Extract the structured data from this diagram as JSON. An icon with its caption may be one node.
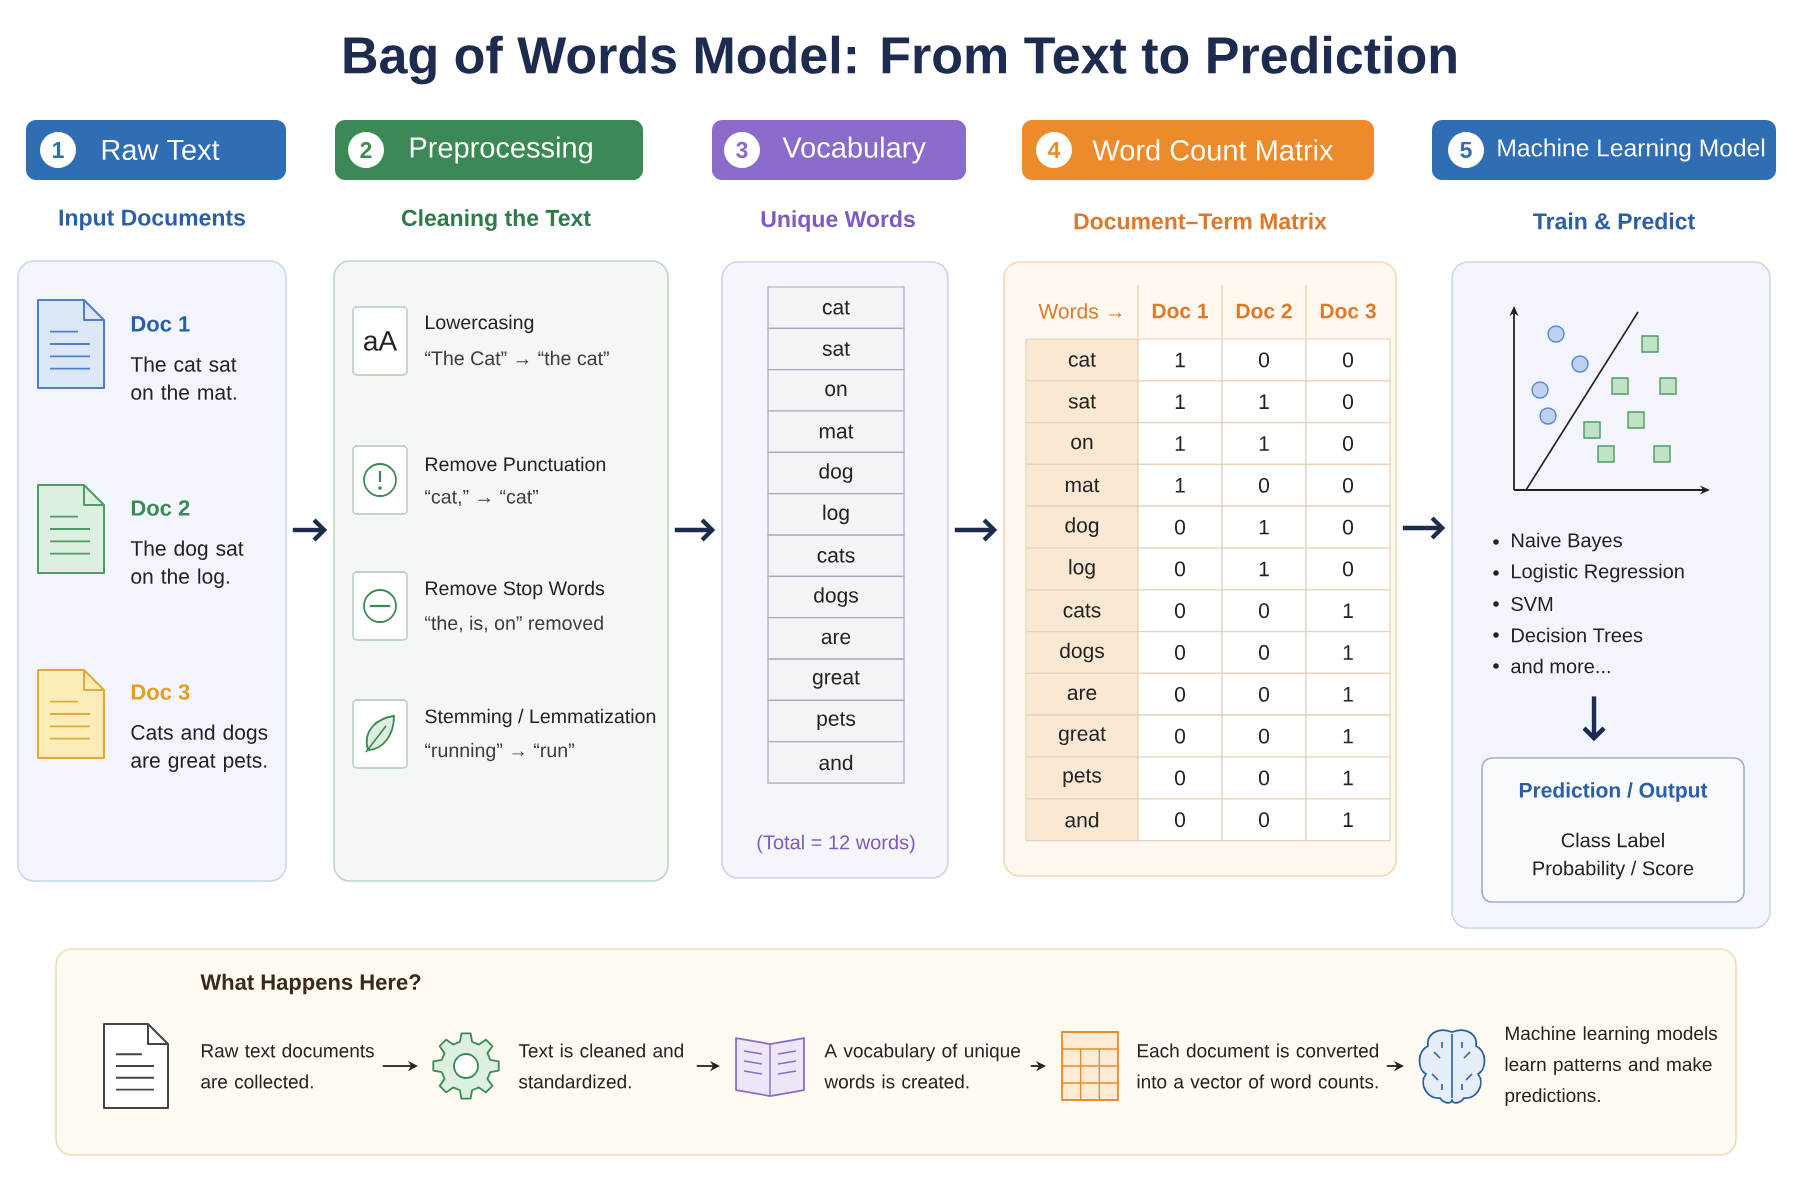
{
  "diagram": {
    "title": "Bag of Words Model: From Text to Prediction",
    "nodes": [
      {
        "text": [
          "Raw Text"
        ]
      },
      {
        "text": [
          "1"
        ],
        "in": 0
      },
      {
        "text": [
          "Preprocessing"
        ]
      },
      {
        "text": [
          "2"
        ],
        "in": 2
      },
      {
        "text": [
          "Vocabulary"
        ]
      },
      {
        "text": [
          "3"
        ],
        "in": 4
      },
      {
        "text": [
          "Word Count Matrix"
        ]
      },
      {
        "text": [
          "4"
        ],
        "in": 6
      },
      {
        "text": [
          "Machine Learning Model"
        ]
      },
      {
        "text": [
          "5"
        ],
        "in": 8
      },
      {
        "text": [
          "Input Documents",
          "Doc 1",
          "The cat sat on the mat.",
          "Doc 2",
          "The dog sat on the log.",
          "Doc 3",
          "Cats and dogs are great pets."
        ]
      },
      {
        "text": [
          "Cleaning the Text",
          "Lowercasing",
          "“The Cat” → “the cat”",
          "Remove Punctuation",
          "“cat,” → “cat”",
          "Remove Stop Words",
          "“the, is, on” removed",
          "Stemming / Lemmatization",
          "“running” → “run”"
        ]
      },
      {
        "text": [
          "aA"
        ],
        "in": 11
      },
      {
        "text": [
          "Unique Words",
          "cat",
          "sat",
          "on",
          "mat",
          "dog",
          "log",
          "cats",
          "dogs",
          "are",
          "great",
          "pets",
          "and",
          "(Total = 12 words)"
        ]
      },
      {
        "text": [
          "Document–Term Matrix",
          "Words →",
          "Doc 1",
          "Doc 2",
          "Doc 3",
          "cat",
          "1",
          "0",
          "0",
          "sat",
          "1",
          "1",
          "0",
          "on",
          "1",
          "1",
          "0",
          "mat",
          "1",
          "0",
          "0",
          "dog",
          "0",
          "1",
          "0",
          "log",
          "0",
          "1",
          "0",
          "cats",
          "0",
          "0",
          "1",
          "dogs",
          "0",
          "0",
          "1",
          "are",
          "0",
          "0",
          "1",
          "great",
          "0",
          "0",
          "1",
          "pets",
          "0",
          "0",
          "1",
          "and",
          "0",
          "0",
          "1"
        ]
      },
      {
        "text": [
          "Train & Predict"
        ]
      },
      {
        "text": [
          "Naive Bayes",
          "Logistic Regression",
          "SVM",
          "Decision Trees",
          "and more..."
        ],
        "in": 15
      },
      {
        "text": [
          "Prediction / Output",
          "Class Label",
          "Probability / Score"
        ],
        "in": 15
      },
      {
        "text": [
          "What Happens Here?"
        ]
      },
      {
        "text": [
          "Raw text documents are collected."
        ],
        "in": 18
      },
      {
        "text": [
          "Text is cleaned and standardized."
        ],
        "in": 18
      },
      {
        "text": [
          "A vocabulary of unique words is created."
        ],
        "in": 18
      },
      {
        "text": [
          "Each document is converted into a vector of word counts."
        ],
        "in": 18
      },
      {
        "text": [
          "Machine learning models learn patterns and make predictions."
        ],
        "in": 18
      }
    ],
    "edges": [
      {
        "from": 10,
        "to": 11,
        "arrow": "to"
      },
      {
        "from": 11,
        "to": 13,
        "arrow": "to"
      },
      {
        "from": 13,
        "to": 14,
        "arrow": "to"
      },
      {
        "from": 14,
        "to": 15,
        "arrow": "to"
      },
      {
        "from": 16,
        "to": 17,
        "arrow": "to"
      },
      {
        "from": 19,
        "to": 20,
        "arrow": "to",
        "color": "#222222"
      },
      {
        "from": 20,
        "to": 21,
        "arrow": "to",
        "color": "#222222"
      },
      {
        "from": 21,
        "to": 22,
        "arrow": "to",
        "color": "#222222"
      },
      {
        "from": 22,
        "to": 23,
        "arrow": "to",
        "color": "#222222"
      }
    ]
  }
}
